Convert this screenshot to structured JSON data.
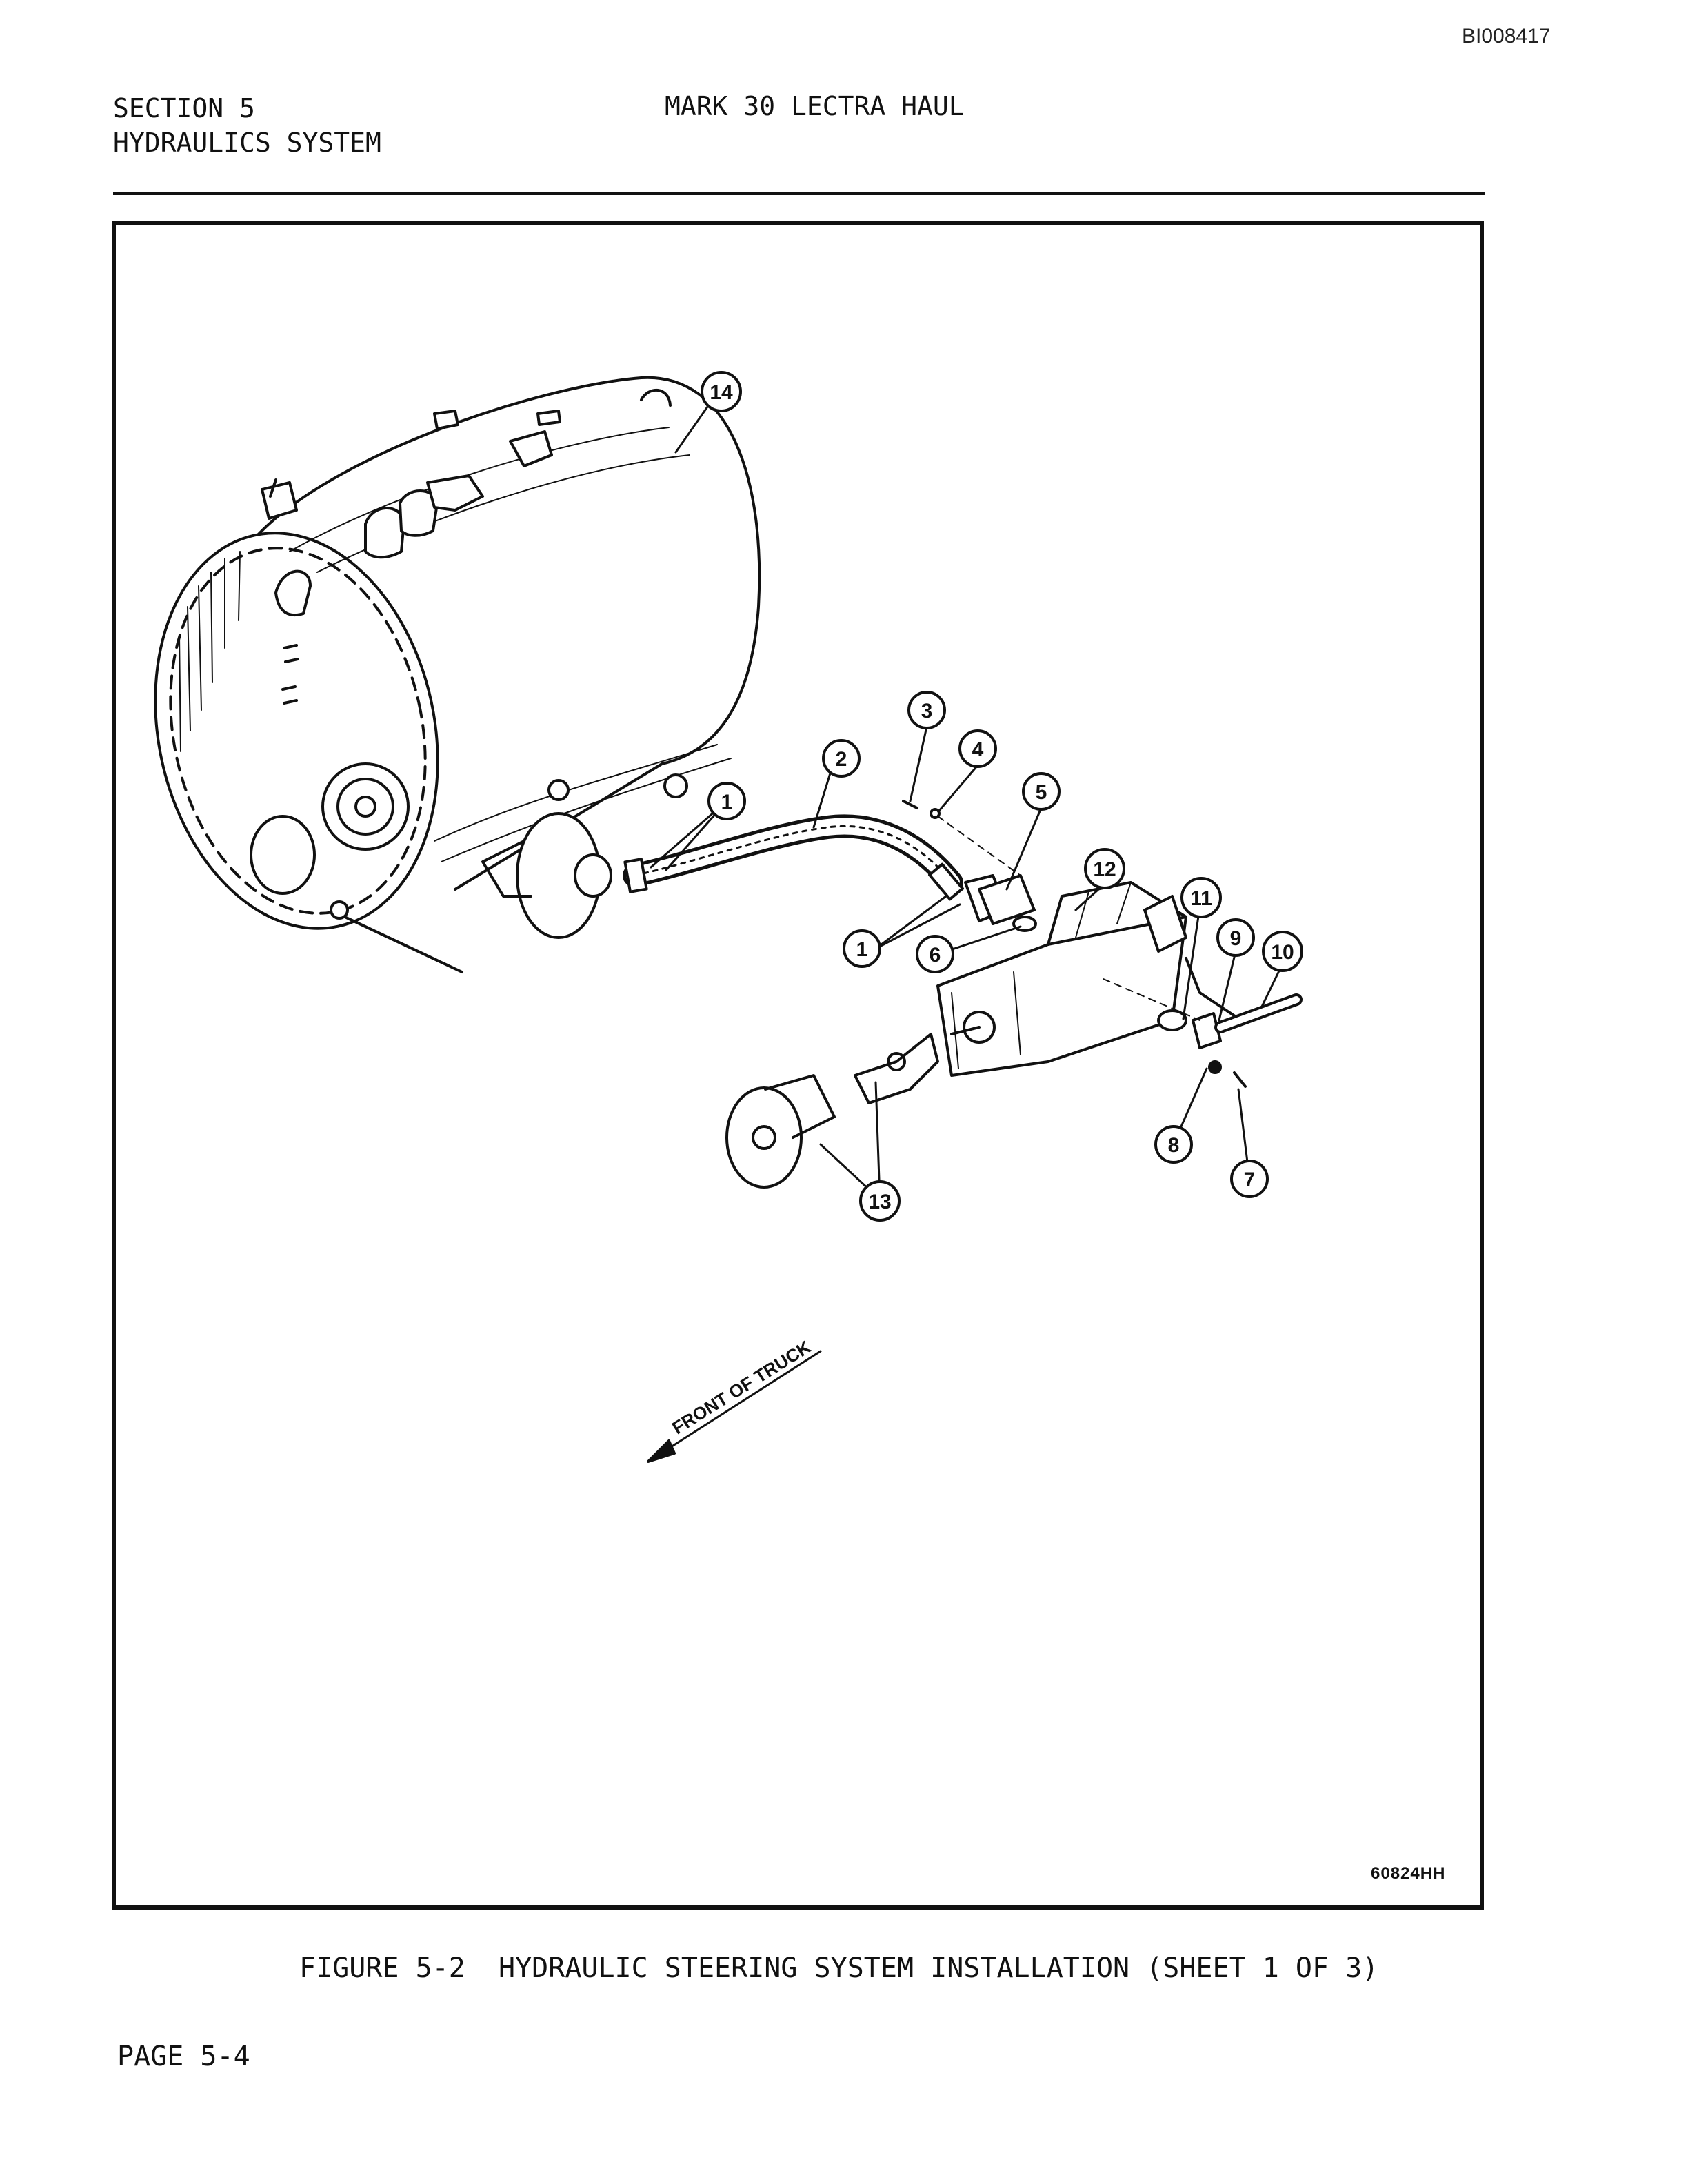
{
  "header": {
    "doc_id": "BI008417",
    "section_line1": "SECTION 5",
    "section_line2": "HYDRAULICS SYSTEM",
    "title": "MARK 30 LECTRA HAUL"
  },
  "figure": {
    "callouts": [
      "1",
      "1",
      "2",
      "3",
      "4",
      "5",
      "6",
      "7",
      "8",
      "9",
      "10",
      "11",
      "12",
      "13",
      "14"
    ],
    "direction_label": "FRONT OF TRUCK",
    "drawing_number": "60824HH",
    "caption": "FIGURE 5-2  HYDRAULIC STEERING SYSTEM INSTALLATION (SHEET 1 OF 3)"
  },
  "footer": {
    "page": "PAGE 5-4"
  }
}
